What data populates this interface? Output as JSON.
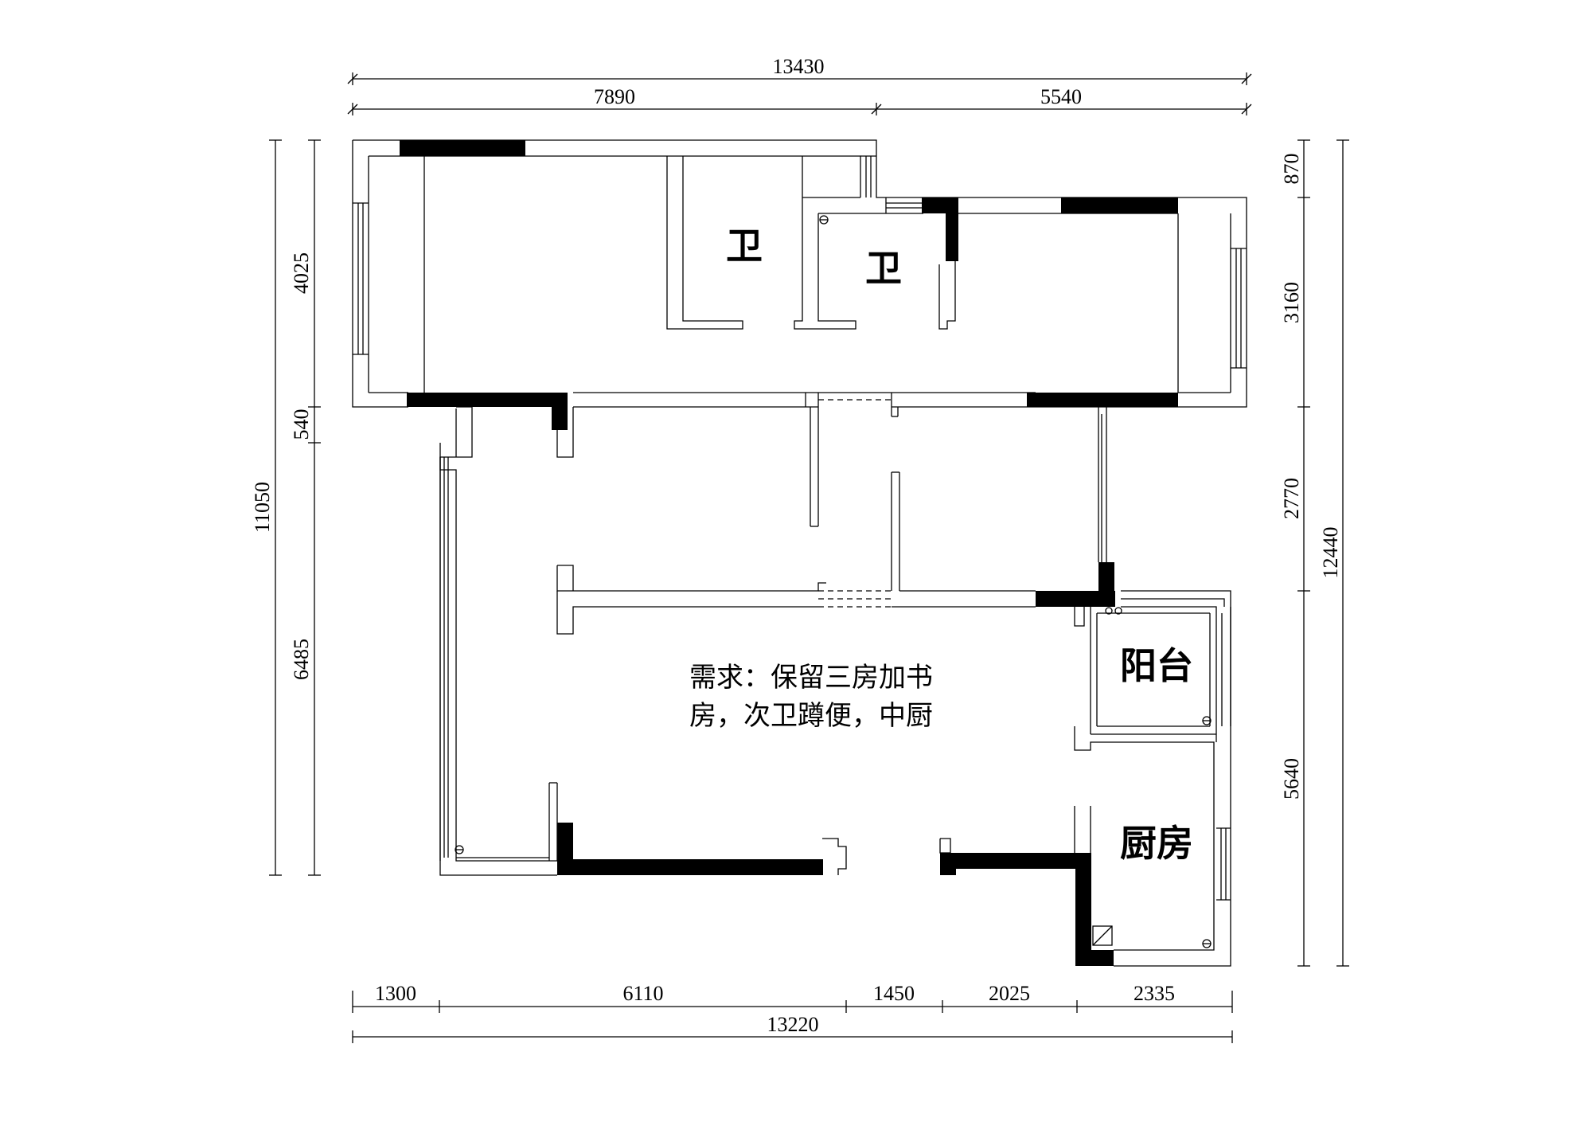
{
  "dimensions": {
    "top_total": "13430",
    "top_left": "7890",
    "top_right": "5540",
    "left_total": "11050",
    "left_upper": "4025",
    "left_middle": "540",
    "left_lower": "6485",
    "right_total": "12440",
    "right_1": "870",
    "right_2": "3160",
    "right_3": "2770",
    "right_4": "5640",
    "bottom_1": "1300",
    "bottom_2": "6110",
    "bottom_3": "1450",
    "bottom_4": "2025",
    "bottom_5": "2335",
    "bottom_total": "13220"
  },
  "rooms": {
    "bath_1": "卫",
    "bath_2": "卫",
    "balcony": "阳台",
    "kitchen": "厨房"
  },
  "note": {
    "line1": "需求：保留三房加书",
    "line2": "房，次卫蹲便，中厨"
  }
}
